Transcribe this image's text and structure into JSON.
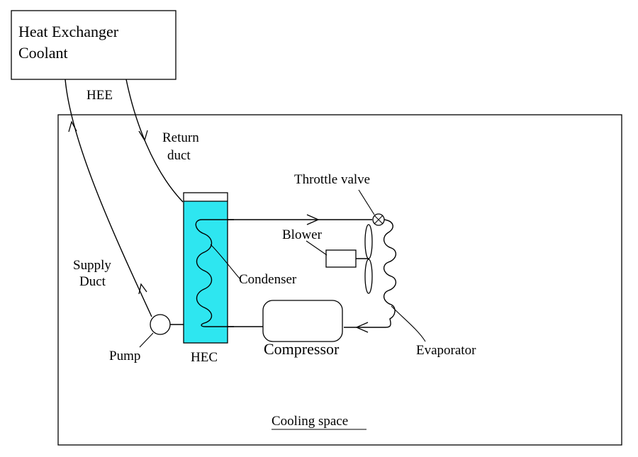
{
  "labels": {
    "heat_exchanger_line1": "Heat Exchanger",
    "heat_exchanger_line2": "Coolant",
    "hee": "HEE",
    "return_line1": "Return",
    "return_line2": "duct",
    "throttle_valve": "Throttle valve",
    "blower": "Blower",
    "condenser": "Condenser",
    "supply_line1": "Supply",
    "supply_line2": "Duct",
    "pump": "Pump",
    "hec": "HEC",
    "compressor": "Compressor",
    "evaporator": "Evaporator",
    "cooling_space": "Cooling space"
  },
  "colors": {
    "hec_fill": "#2ee6f0",
    "line": "#000000",
    "background": "#ffffff"
  }
}
